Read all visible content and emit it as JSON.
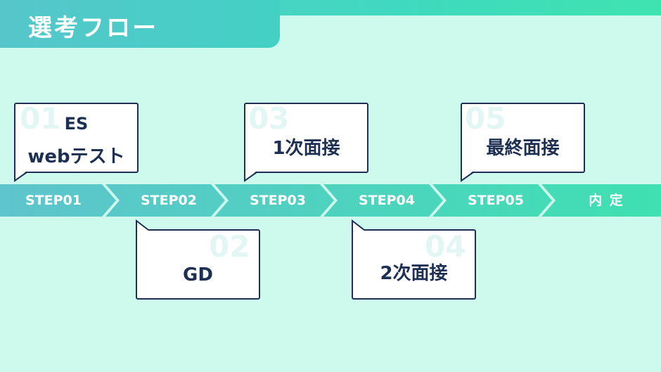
{
  "title": "選考フロー",
  "steps": [
    {
      "label": "STEP01"
    },
    {
      "label": "STEP02"
    },
    {
      "label": "STEP03"
    },
    {
      "label": "STEP04"
    },
    {
      "label": "STEP05"
    },
    {
      "label": "内 定"
    }
  ],
  "callouts": [
    {
      "num": "01",
      "line1": "ES",
      "line2": "webテスト"
    },
    {
      "num": "02",
      "text": "GD"
    },
    {
      "num": "03",
      "text": "1次面接"
    },
    {
      "num": "04",
      "text": "2次面接"
    },
    {
      "num": "05",
      "text": "最終面接"
    }
  ],
  "colors": {
    "background": "#cdfaed",
    "accent_start": "#5cc8c8",
    "accent_end": "#3fe3b0",
    "text_dark": "#1d2f52"
  }
}
